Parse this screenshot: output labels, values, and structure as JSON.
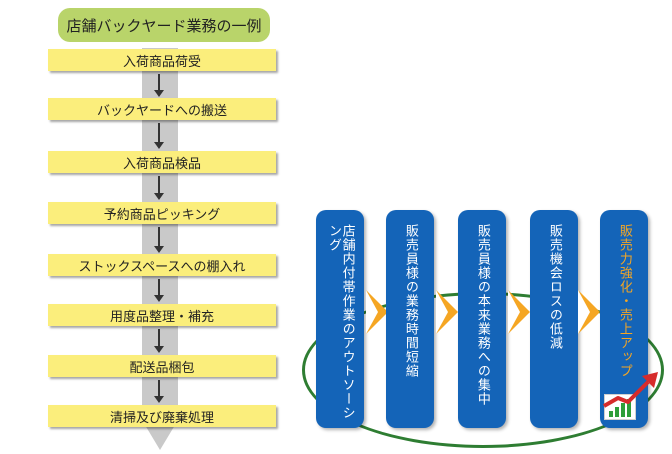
{
  "title": "店舗バックヤード業務の一例",
  "steps": [
    "入荷商品荷受",
    "バックヤードへの搬送",
    "入荷商品検品",
    "予約商品ピッキング",
    "ストックスペースへの棚入れ",
    "用度品整理・補充",
    "配送品梱包",
    "清掃及び廃棄処理"
  ],
  "pillars": [
    "店舗内付帯作業のアウトソーシング",
    "販売員様の業務時間短縮",
    "販売員様の本来業務への集中",
    "販売機会ロスの低減",
    "販売力強化・売上アップ"
  ],
  "colors": {
    "title_bg": "#b9d46a",
    "step_bg": "#fbee7c",
    "pillar_bg": "#1464b8",
    "pillar_last_text": "#f5a623",
    "chevron": "#f5a623",
    "ellipse": "#2e7d32"
  },
  "icons": [
    "growth-chart-icon",
    "rising-arrow-icon"
  ]
}
